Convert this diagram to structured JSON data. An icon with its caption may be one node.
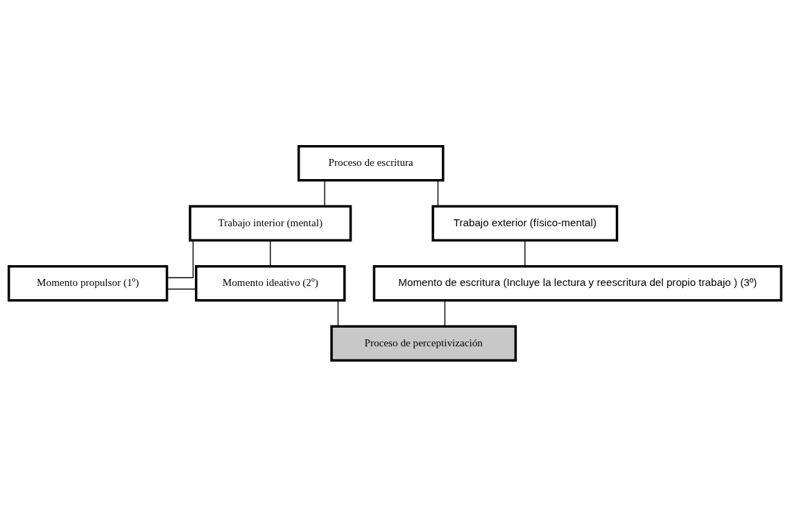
{
  "diagram": {
    "nodes": [
      {
        "text": [
          "Proceso de escritura"
        ]
      },
      {
        "text": [
          "Trabajo interior (mental)"
        ]
      },
      {
        "text": [
          "Trabajo exterior (físico-mental)"
        ]
      },
      {
        "text": [
          "Momento propulsor (1º)"
        ]
      },
      {
        "text": [
          "Momento ideativo (2º)"
        ]
      },
      {
        "text": [
          "Momento de escritura (Incluye la lectura y reescritura del propio trabajo ) (3º)"
        ]
      },
      {
        "text": [
          "Proceso de perceptivización"
        ]
      }
    ],
    "edges": [
      {
        "from": 0,
        "to": 1,
        "arrow": "none"
      },
      {
        "from": 0,
        "to": 2,
        "arrow": "none"
      },
      {
        "from": 1,
        "to": 3,
        "arrow": "none"
      },
      {
        "from": 1,
        "to": 4,
        "arrow": "none"
      },
      {
        "from": 3,
        "to": 4,
        "arrow": "none"
      },
      {
        "from": 2,
        "to": 5,
        "arrow": "none"
      },
      {
        "from": 4,
        "to": 6,
        "arrow": "none"
      },
      {
        "from": 5,
        "to": 6,
        "arrow": "none"
      }
    ]
  }
}
